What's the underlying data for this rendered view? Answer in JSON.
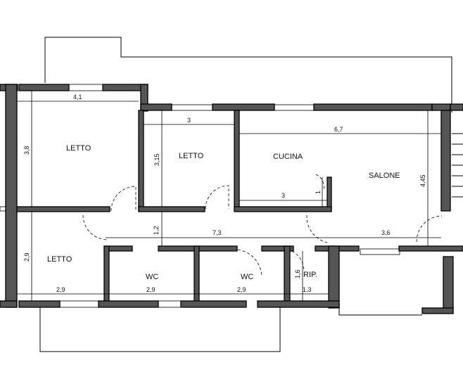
{
  "rooms": {
    "letto_top_left": "LETTO",
    "letto_middle": "LETTO",
    "cucina": "CUCINA",
    "salone": "SALONE",
    "letto_bottom_left": "LETTO",
    "wc_left": "WC",
    "wc_right": "WC",
    "ripostiglio": "RIP."
  },
  "dimensions": {
    "letto_tl_width": "4,1",
    "letto_tl_height": "3,8",
    "letto_mid_width": "3",
    "letto_mid_height": "3,15",
    "cucina_width": "6,7",
    "cucina_inner": "3",
    "cucina_inner_height": "1",
    "salone_height": "4,45",
    "corridor_height": "1,2",
    "corridor_width": "7,3",
    "corridor_right": "3,6",
    "letto_bl_height": "2,9",
    "letto_bl_width": "2,9",
    "wc_left_width": "2,9",
    "wc_right_width": "2,9",
    "rip_width": "1,3",
    "rip_height": "1,6"
  },
  "colors": {
    "wall_fill": "#555555",
    "line": "#000000",
    "background": "#ffffff"
  }
}
